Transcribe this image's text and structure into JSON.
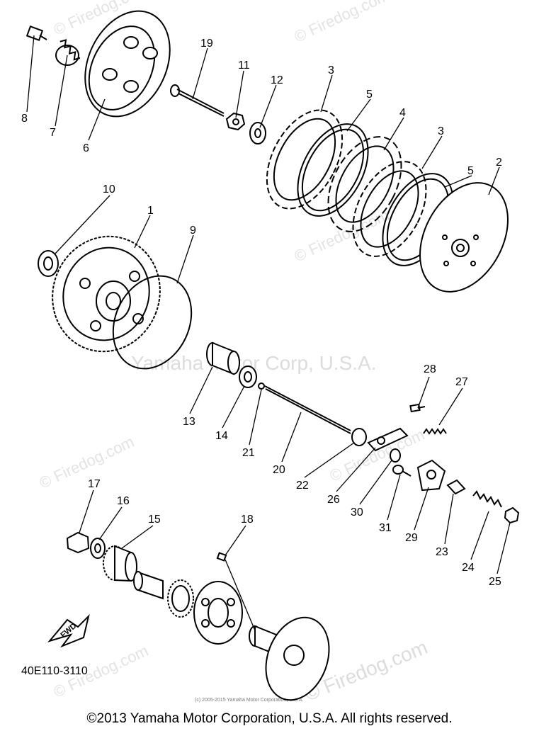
{
  "diagram": {
    "drawing_code": "40E110-3110",
    "callouts": [
      "1",
      "2",
      "3",
      "3",
      "4",
      "5",
      "5",
      "6",
      "7",
      "8",
      "9",
      "10",
      "11",
      "12",
      "13",
      "14",
      "15",
      "16",
      "17",
      "18",
      "19",
      "20",
      "21",
      "22",
      "23",
      "24",
      "25",
      "26",
      "27",
      "28",
      "29",
      "30",
      "31"
    ],
    "fwd_label": "FWD"
  },
  "watermarks": {
    "brand": "© Firedog.com",
    "center": "Yamaha Motor Corp, U.S.A.",
    "fine_print": "(c) 2005-2015 Yamaha Motor Corporation, U.S.A."
  },
  "footer": {
    "copyright": "©2013 Yamaha Motor Corporation, U.S.A. All rights reserved."
  }
}
